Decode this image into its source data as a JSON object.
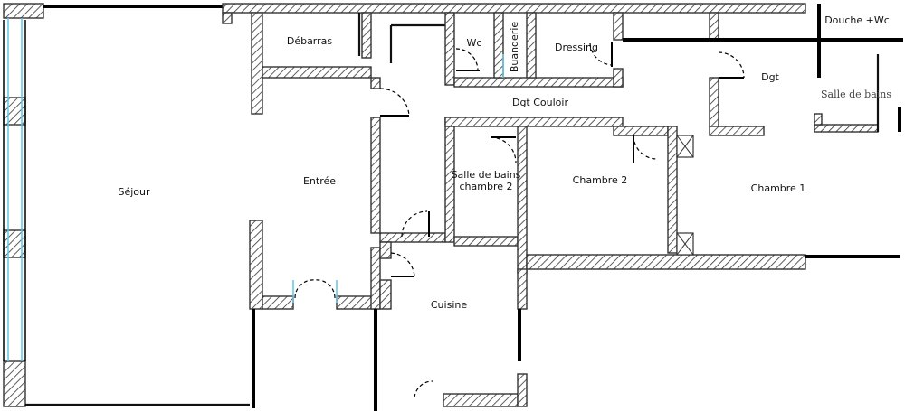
{
  "plan": {
    "rooms": {
      "sejour": "Séjour",
      "entree": "Entrée",
      "debarras": "Débarras",
      "wc": "Wc",
      "buanderie": "Buanderie",
      "dressing": "Dressing",
      "douche_wc": "Douche +Wc",
      "dgt_couloir": "Dgt Couloir",
      "dgt": "Dgt",
      "salle_de_bains": "Salle de bains",
      "sdb_chambre2_line1": "Salle de bains",
      "sdb_chambre2_line2": "chambre 2",
      "chambre2": "Chambre 2",
      "chambre1": "Chambre 1",
      "cuisine": "Cuisine"
    },
    "colors": {
      "wall_hatch": "#333333",
      "glazing": "#5ec7e6",
      "background": "#ffffff"
    }
  }
}
